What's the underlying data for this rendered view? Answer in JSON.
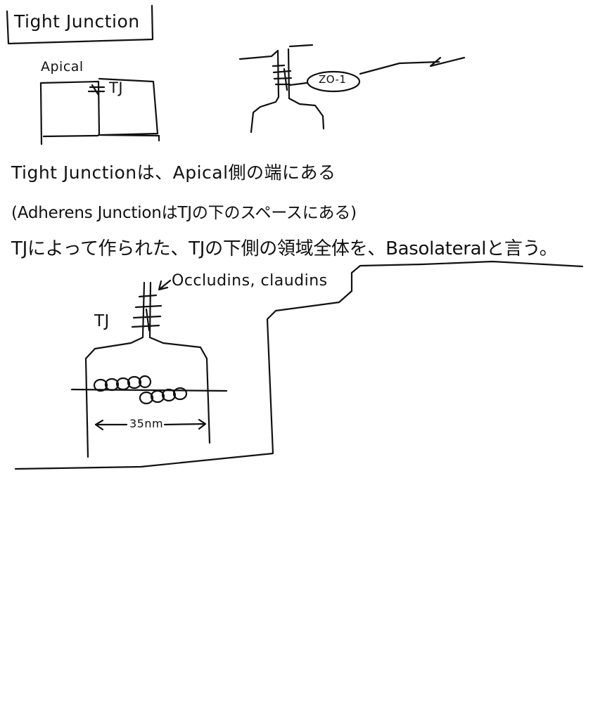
{
  "note": {
    "title": "Tight Junction",
    "figure1": {
      "apical_label": "Apical",
      "tj_label": "TJ"
    },
    "figure2": {
      "zo1_label": "ZO-1"
    },
    "text_lines": [
      "Tight Junctionは、Apical側の端にある",
      "(Adherens JunctionはTJの下のスペースにある)",
      "TJによって作られた、TJの下側の領域全体を、Basolateralと言う。"
    ],
    "figure3": {
      "proteins_label": "Occludins, claudins",
      "tj_label": "TJ",
      "width_label": "35nm"
    }
  },
  "colors": {
    "ink": "#111111",
    "paper": "#ffffff"
  }
}
